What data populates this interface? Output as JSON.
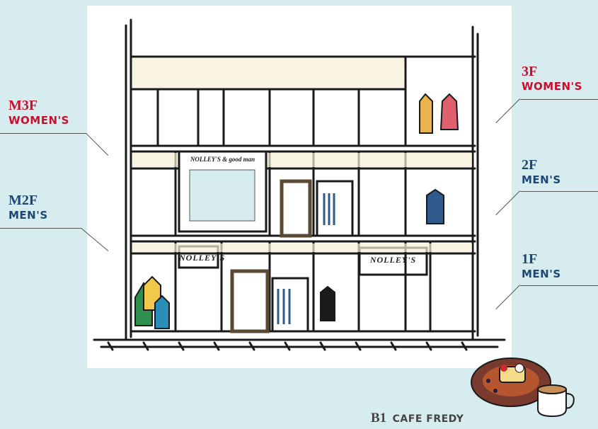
{
  "colors": {
    "background": "#d6ecef",
    "womens_red": "#c8102e",
    "mens_navy": "#1d4672"
  },
  "floors": {
    "m3f": {
      "code": "M3F",
      "dept": "WOMEN'S"
    },
    "m2f": {
      "code": "M2F",
      "dept": "MEN'S"
    },
    "f3": {
      "code": "3F",
      "dept": "WOMEN'S"
    },
    "f2": {
      "code": "2F",
      "dept": "MEN'S"
    },
    "f1": {
      "code": "1F",
      "dept": "MEN'S"
    }
  },
  "signs": {
    "left_sign": "NOLLEY'S",
    "right_sign": "NOLLEY'S",
    "poster_title": "NOLLEY'S & good man"
  },
  "cafe": {
    "code": "B1",
    "name": "CAFE FREDY"
  }
}
